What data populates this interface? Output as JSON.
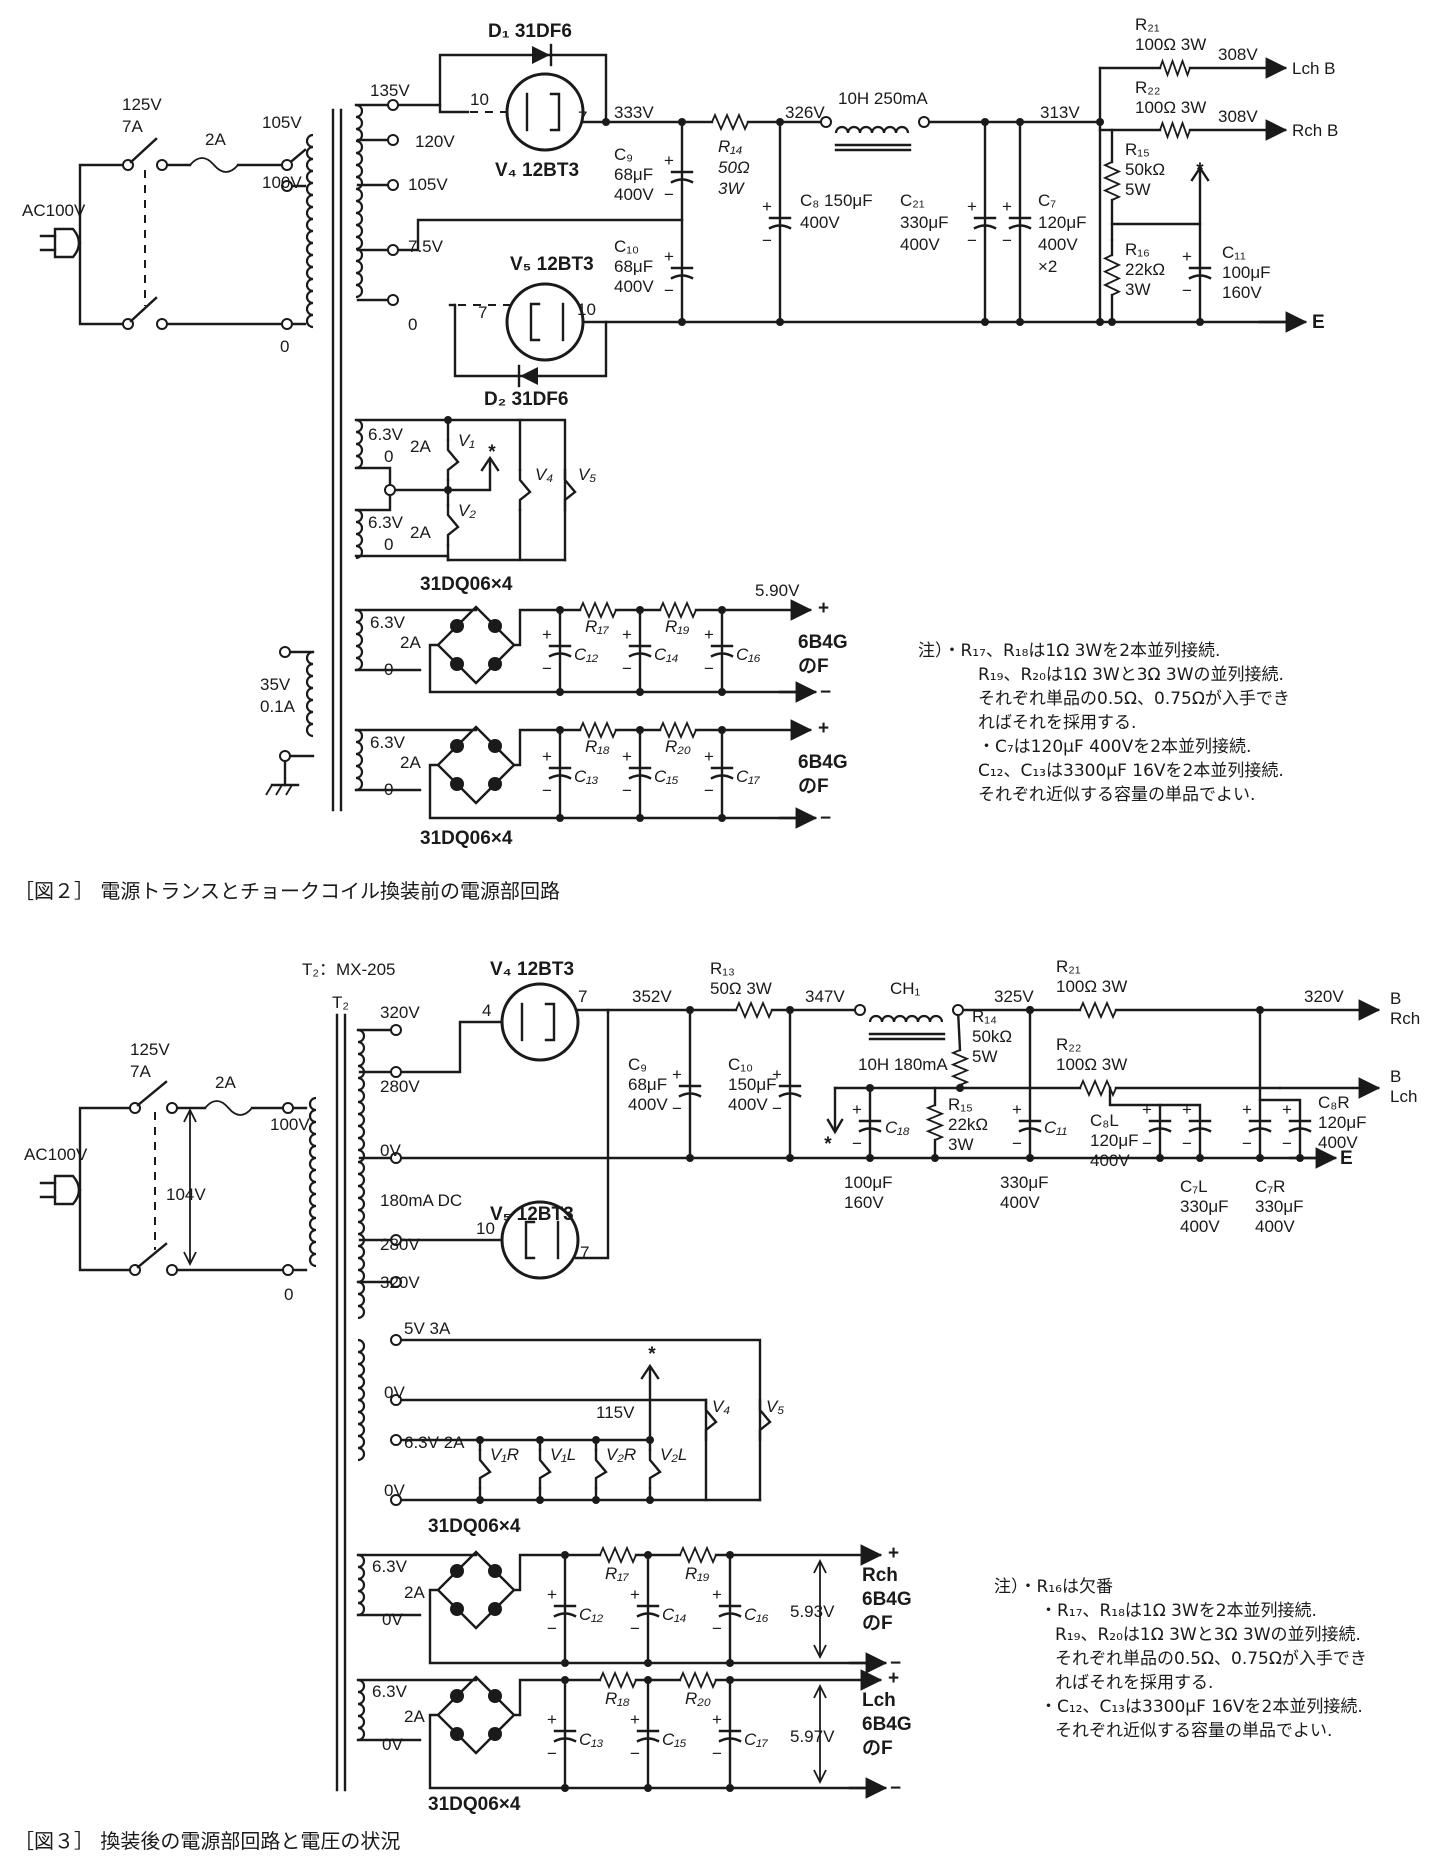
{
  "fig2": {
    "caption": "［図２］ 電源トランスとチョークコイル換装前の電源部回路",
    "labels": {
      "ac": "AC100V",
      "sw": "125V\n7A",
      "fuse": "2A",
      "pri_105": "105V",
      "pri_100": "100V",
      "pri_0": "0",
      "sec_135": "135V",
      "sec_120": "120V",
      "sec_105": "105V",
      "sec_75": "7.5V",
      "sec_0": "0",
      "d1": "D₁ 31DF6",
      "d2": "D₂ 31DF6",
      "v4": "V₄ 12BT3",
      "v5": "V₅ 12BT3",
      "pin10a": "10",
      "pin7a": "7",
      "pin7b": "7",
      "pin10b": "10",
      "v333": "333V",
      "v326": "326V",
      "v313": "313V",
      "c9": "C₉\n68μF\n400V",
      "c10": "C₁₀\n68μF\n400V",
      "r14": "R₁₄\n50Ω\n3W",
      "c8": "C₈ 150μF\n400V",
      "choke": "10H 250mA",
      "c21": "C₂₁\n330μF\n400V",
      "c7": "C₇\n120μF\n400V\n×2",
      "r21": "R₂₁\n100Ω 3W",
      "r22": "R₂₂\n100Ω 3W",
      "lch_v": "308V",
      "rch_v": "308V",
      "lch": "Lch B",
      "rch": "Rch B",
      "r15": "R₁₅\n50kΩ\n5W",
      "r16": "R₁₆\n22kΩ\n3W",
      "c11": "C₁₁\n100μF\n160V",
      "star": "*",
      "e": "E",
      "h1": "6.3V",
      "h1_0": "0",
      "h2": "6.3V",
      "h2_0": "0",
      "h2a": "2A",
      "h2b": "2A",
      "v1": "V₁",
      "v2": "V₂",
      "v4h": "V₄",
      "v5h": "V₅",
      "bridge1": "31DQ06×4",
      "bridge2": "31DQ06×4",
      "h3": "6.3V",
      "h3_0": "0",
      "h3a": "2A",
      "h4": "6.3V",
      "h4_0": "0",
      "h4a": "2A",
      "r17": "R₁₇",
      "r19": "R₁₉",
      "r18": "R₁₈",
      "r20": "R₂₀",
      "c12": "C₁₂",
      "c14": "C₁₄",
      "c16": "C₁₆",
      "c13": "C₁₃",
      "c15": "C₁₅",
      "c17": "C₁₇",
      "v590": "5.90V",
      "load1": "6B4G\nのF",
      "load2": "6B4G\nのF",
      "aux": "35V\n0.1A",
      "plus": "+",
      "minus": "−"
    },
    "notes": [
      "注）・R₁₇、R₁₈は1Ω 3Wを2本並列接続.",
      "R₁₉、R₂₀は1Ω 3Wと3Ω 3Wの並列接続.",
      "それぞれ単品の0.5Ω、0.75Ωが入手でき",
      "ればそれを採用する.",
      "・C₇は120μF 400Vを2本並列接続.",
      "C₁₂、C₁₃は3300μF 16Vを2本並列接続.",
      "それぞれ近似する容量の単品でよい."
    ]
  },
  "fig3": {
    "caption": "［図３］ 換装後の電源部回路と電圧の状況",
    "labels": {
      "t2": "T₂：MX-205",
      "t2s": "T₂",
      "ac": "AC100V",
      "sw": "125V\n7A",
      "fuse": "2A",
      "v104": "104V",
      "pri_100": "100V",
      "pri_0": "0",
      "s320a": "320V",
      "s280a": "280V",
      "s0v": "0V",
      "s180": "180mA DC",
      "s280b": "280V",
      "s320b": "320V",
      "v4": "V₄ 12BT3",
      "v5": "V₅ 12BT3",
      "p4": "4",
      "p7a": "7",
      "p10": "10",
      "p7b": "7",
      "v352": "352V",
      "r13": "R₁₃\n50Ω 3W",
      "v347": "347V",
      "ch1": "CH₁",
      "ch1s": "10H 180mA",
      "v325": "325V",
      "r21": "R₂₁\n100Ω 3W",
      "v320": "320V",
      "brch": "B\nRch",
      "r14": "R₁₄\n50kΩ\n5W",
      "r22": "R₂₂\n100Ω 3W",
      "blch": "B\nLch",
      "c9": "C₉\n68μF\n400V",
      "c10": "C₁₀\n150μF\n400V",
      "c18": "C₁₈",
      "c18v": "100μF\n160V",
      "r15": "R₁₅\n22kΩ\n3W",
      "c11": "C₁₁",
      "c11v": "330μF\n400V",
      "c8l": "C₈L\n120μF\n400V",
      "c8r": "C₈R\n120μF\n400V",
      "c7l": "C₇L\n330μF\n400V",
      "c7r": "C₇R\n330μF\n400V",
      "e": "E",
      "star": "*",
      "h5v": "5V 3A",
      "h0v": "0V",
      "h63": "6.3V 2A",
      "h0v2": "0V",
      "v115": "115V",
      "v1r": "V₁R",
      "v1l": "V₁L",
      "v2r": "V₂R",
      "v2l": "V₂L",
      "v4h": "V₄",
      "v5h": "V₅",
      "bridge0": "31DQ06×4",
      "bridge1": "31DQ06×4",
      "h3": "6.3V",
      "h3a": "2A",
      "h3_0": "0V",
      "h4": "6.3V",
      "h4a": "2A",
      "h4_0": "0V",
      "r17": "R₁₇",
      "r19": "R₁₉",
      "r18": "R₁₈",
      "r20": "R₂₀",
      "c12": "C₁₂",
      "c14": "C₁₄",
      "c16": "C₁₆",
      "c13": "C₁₃",
      "c15": "C₁₅",
      "c17": "C₁₇",
      "v593": "5.93V",
      "v597": "5.97V",
      "load1": "Rch\n6B4G\nのF",
      "load2": "Lch\n6B4G\nのF",
      "plus": "+",
      "minus": "−"
    },
    "notes": [
      "注）・R₁₆は欠番",
      "・R₁₇、R₁₈は1Ω 3Wを2本並列接続.",
      "R₁₉、R₂₀は1Ω 3Wと3Ω 3Wの並列接続.",
      "それぞれ単品の0.5Ω、0.75Ωが入手でき",
      "ればそれを採用する.",
      "・C₁₂、C₁₃は3300μF 16Vを2本並列接続.",
      "それぞれ近似する容量の単品でよい."
    ]
  }
}
